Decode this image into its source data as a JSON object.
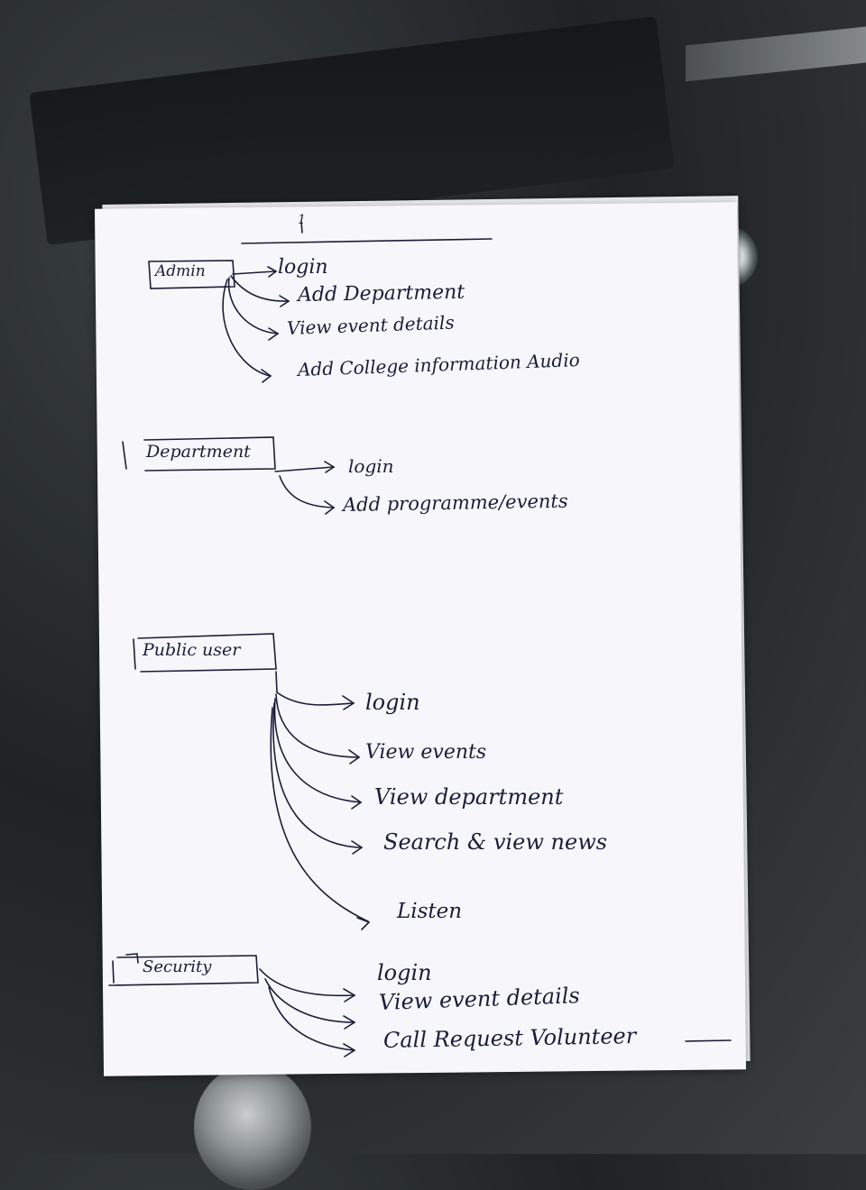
{
  "sections": [
    {
      "role": "Admin",
      "actions": [
        "login",
        "Add Department",
        "View event details",
        "Add College information Audio"
      ]
    },
    {
      "role": "Department",
      "actions": [
        "login",
        "Add programme/events"
      ]
    },
    {
      "role": "Public user",
      "actions": [
        "login",
        "View events",
        "View department",
        "Search & view news",
        "Listen"
      ]
    },
    {
      "role": "Security",
      "actions": [
        "login",
        "View event details",
        "Call Request Volunteer"
      ]
    }
  ],
  "page_mark": "1",
  "colors": {
    "ink": "#1b1d3a",
    "paper": "#f7f7fb",
    "table": "#2b2f31"
  }
}
